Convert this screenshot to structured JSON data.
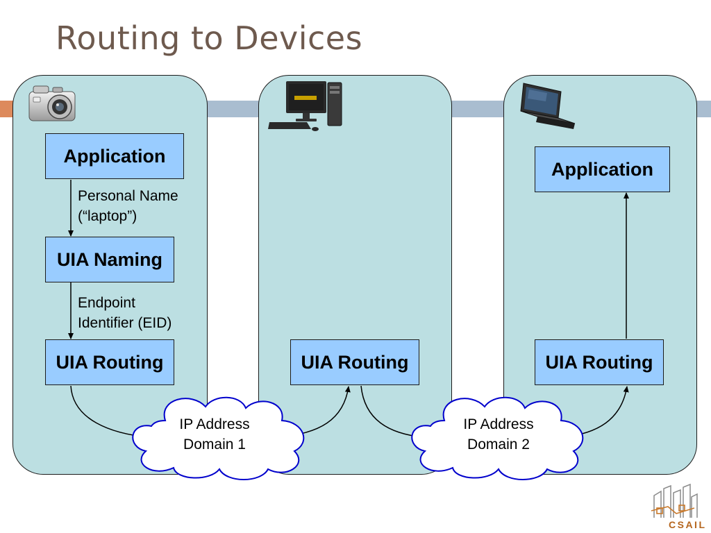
{
  "slide": {
    "title": "Routing to Devices"
  },
  "devices": [
    {
      "icon": "camera-icon",
      "boxes": {
        "application": "Application",
        "naming": "UIA Naming",
        "routing": "UIA Routing"
      }
    },
    {
      "icon": "desktop-computer-icon",
      "boxes": {
        "routing": "UIA Routing"
      }
    },
    {
      "icon": "laptop-icon",
      "boxes": {
        "application": "Application",
        "routing": "UIA Routing"
      }
    }
  ],
  "labels": {
    "personal_name_line1": "Personal Name",
    "personal_name_line2": "(“laptop”)",
    "eid_line1": "Endpoint",
    "eid_line2": "Identifier (EID)"
  },
  "clouds": [
    {
      "line1": "IP Address",
      "line2": "Domain 1"
    },
    {
      "line1": "IP Address",
      "line2": "Domain 2"
    }
  ],
  "logo": {
    "text": "CSAIL"
  },
  "colors": {
    "title": "#6e5a4e",
    "panel": "#bcdfe2",
    "box": "#99ccff",
    "band_blue": "#a9bdd0",
    "band_orange": "#dd8a5c",
    "logo": "#b5651d"
  }
}
